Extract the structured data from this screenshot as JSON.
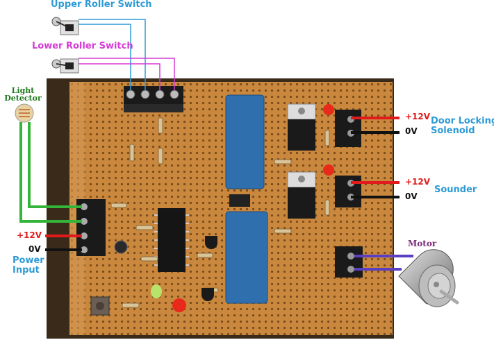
{
  "labels": {
    "upper_switch": "Upper Roller Switch",
    "lower_switch": "Lower Roller Switch",
    "light_detector_line1": "Light",
    "light_detector_line2": "Detector",
    "door_lock_line1": "Door Locking",
    "door_lock_line2": "Solenoid",
    "sounder": "Sounder",
    "motor": "Motor",
    "power_line1": "Power",
    "power_line2": "Input",
    "plus12v": "+12V",
    "zero_v": "0V"
  },
  "colors": {
    "board": "#c9883e",
    "relay": "#2f6fae",
    "wire_red": "#e11b1b",
    "wire_green": "#35b43a",
    "wire_blue": "#2e9bd6",
    "wire_magenta": "#d63ad6",
    "wire_purple": "#5a3fc0",
    "label_blue": "#2e9bd6",
    "label_magenta": "#d63ad6"
  },
  "icons": {
    "switch": "roller-switch-icon",
    "ldr": "light-detector-icon",
    "motor": "motor-icon"
  }
}
